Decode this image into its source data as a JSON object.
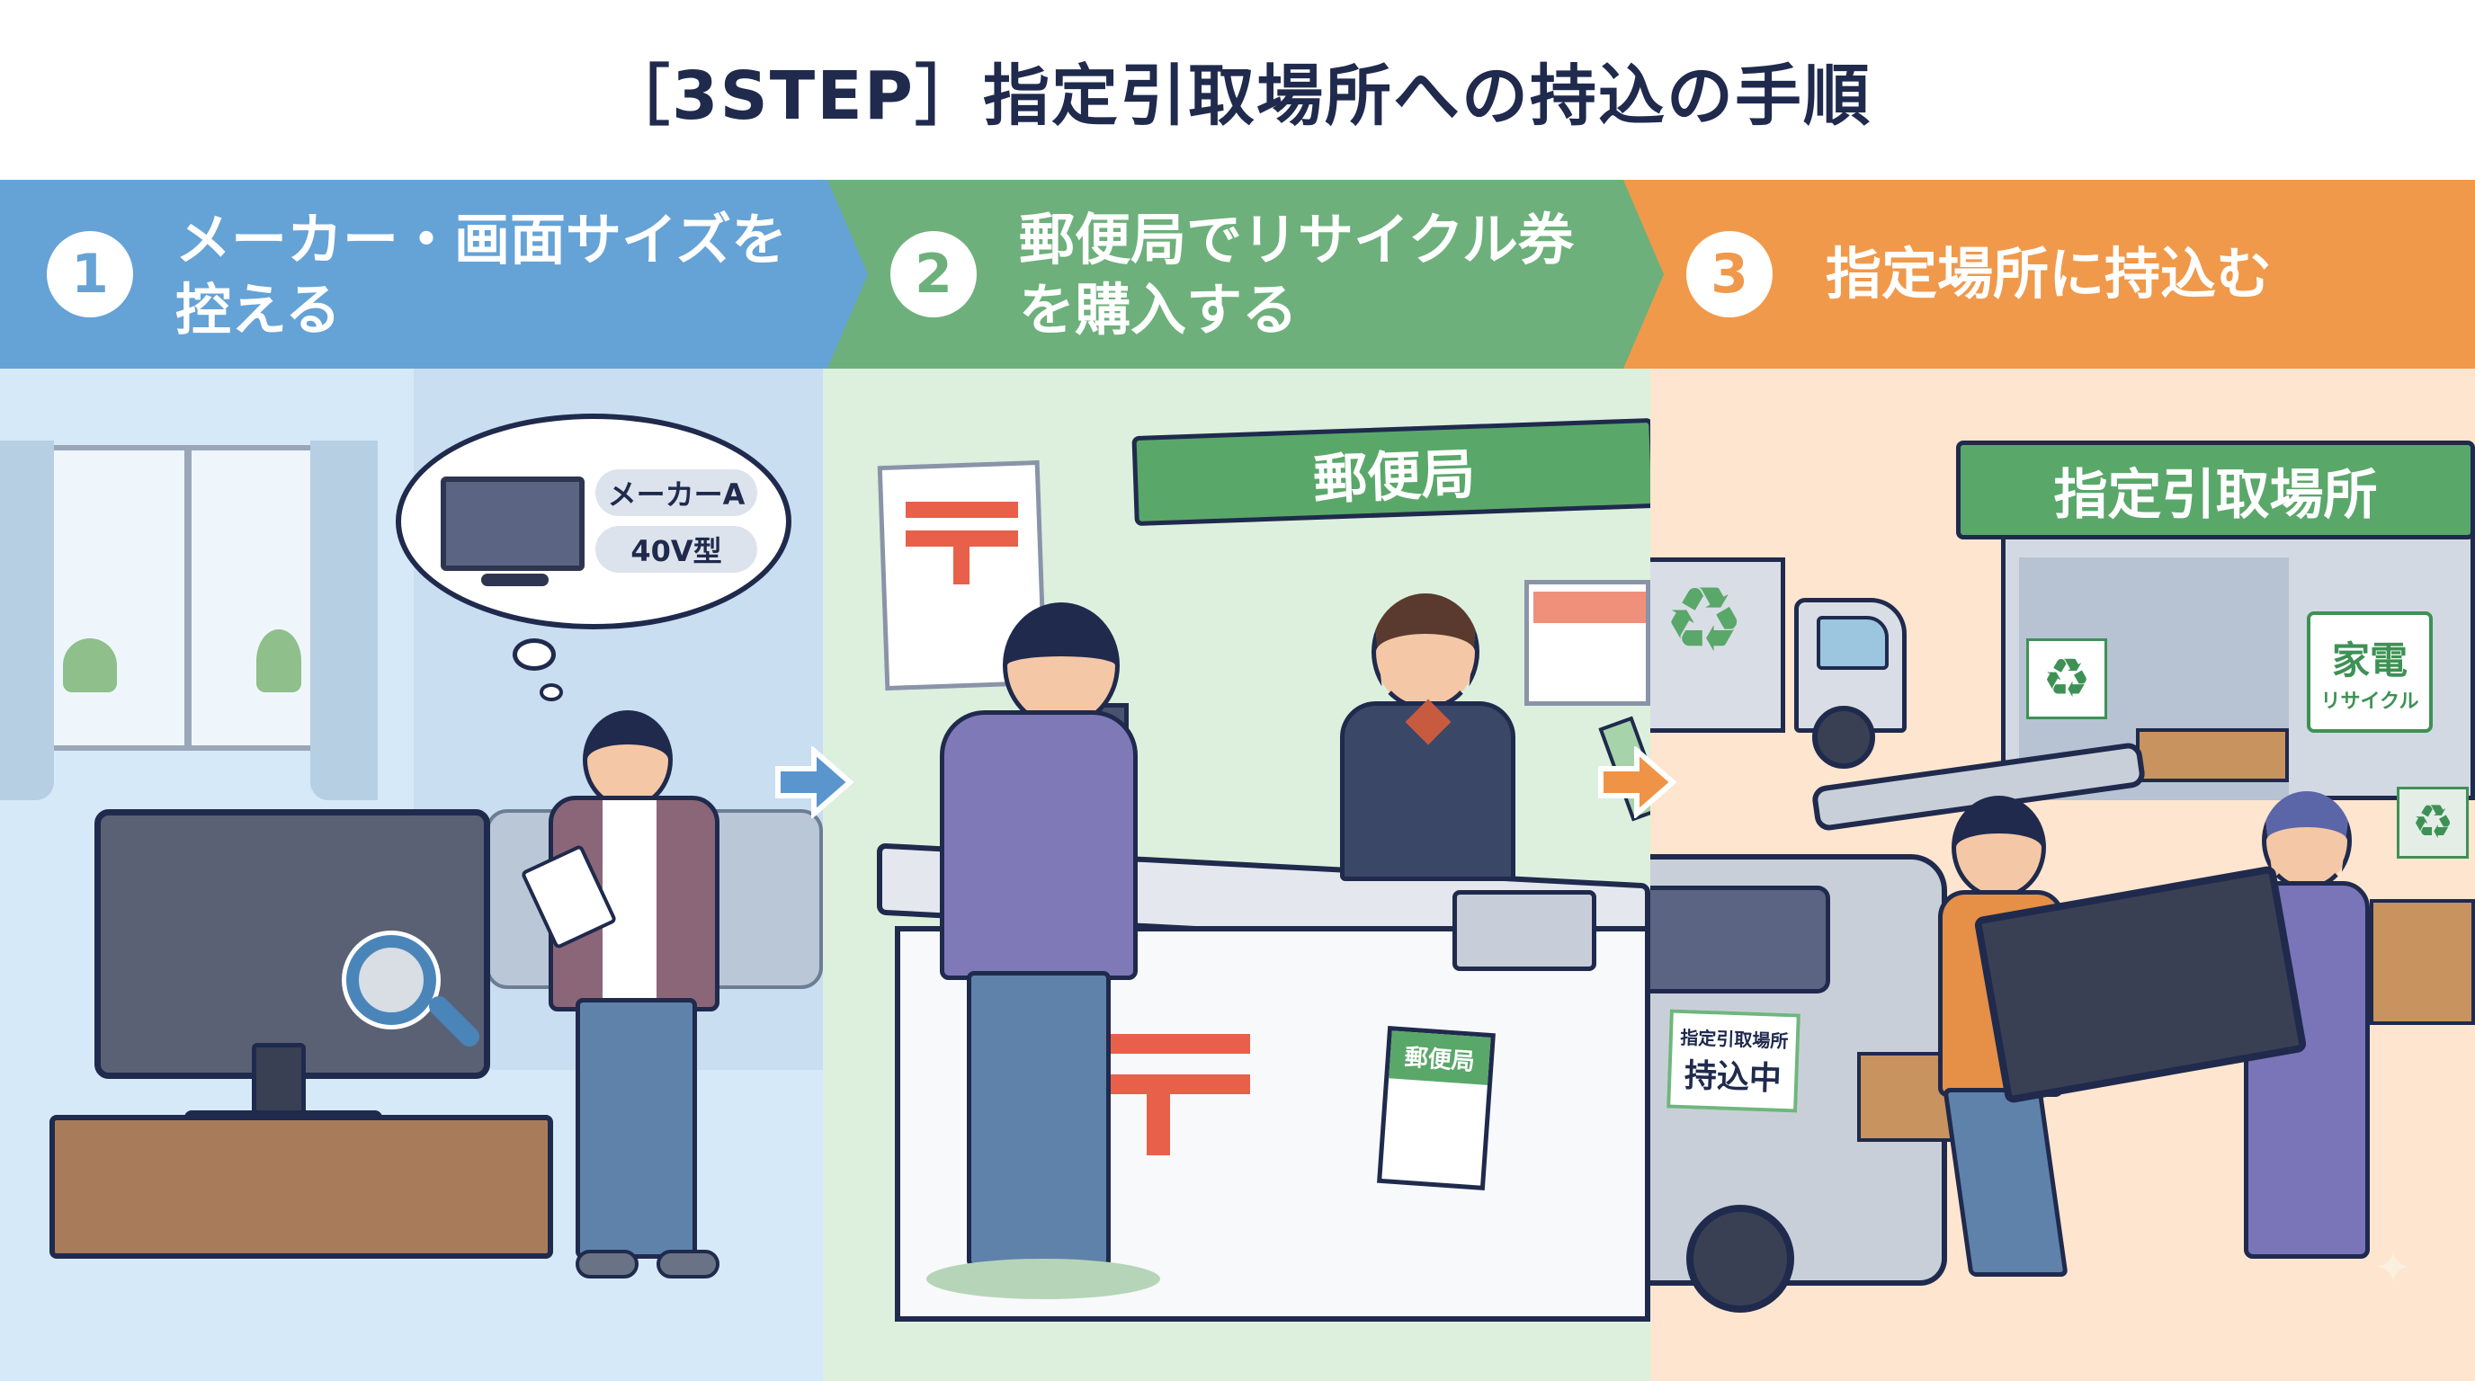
{
  "title": "［3STEP］指定引取場所への持込の手順",
  "colors": {
    "title": "#1f2a4d",
    "step1": "#65a2d6",
    "step2": "#6db07b",
    "step3": "#f0994b",
    "panel1_bg": "#d6e9f8",
    "panel2_bg": "#dcf0dd",
    "panel3_bg": "#fde5cf",
    "post_red": "#e8604a"
  },
  "steps": [
    {
      "number": "1",
      "label": "メーカー・画面サイズを\n控える",
      "illustration": {
        "thought_bubble": {
          "maker": "メーカーA",
          "size": "40V型"
        },
        "icons": [
          "tv-icon",
          "magnifier-icon",
          "notepad-icon"
        ]
      }
    },
    {
      "number": "2",
      "label": "郵便局でリサイクル券\nを購入する",
      "illustration": {
        "sign": "郵便局",
        "counter_sheet": "郵便局",
        "icons": [
          "post-office-mark-icon",
          "recycle-ticket-icon",
          "register-icon"
        ]
      }
    },
    {
      "number": "3",
      "label": "指定場所に持込む",
      "illustration": {
        "sign": "指定引取場所",
        "car_sticker": {
          "line1": "指定引取場所",
          "line2": "持込中"
        },
        "recycle_sign": {
          "line1": "家電",
          "line2": "リサイクル"
        },
        "icons": [
          "truck-icon",
          "recycle-icon",
          "tv-icon"
        ]
      }
    }
  ]
}
